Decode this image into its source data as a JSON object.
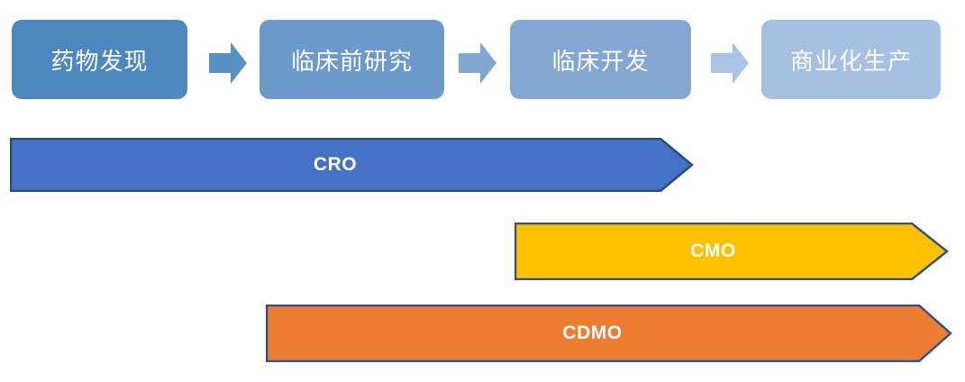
{
  "stages": [
    {
      "label": "药物发现",
      "color": "#4E87BE"
    },
    {
      "label": "临床前研究",
      "color": "#6C9BCB"
    },
    {
      "label": "临床开发",
      "color": "#83A7D2"
    },
    {
      "label": "商业化生产",
      "color": "#A5C0E1"
    }
  ],
  "connectors": [
    {
      "icon": "right-arrow-icon",
      "color": "#5B90C7"
    },
    {
      "icon": "right-arrow-icon",
      "color": "#81A6D2"
    },
    {
      "icon": "right-arrow-icon",
      "color": "#A8C3E3"
    }
  ],
  "service_bars": [
    {
      "label": "CRO",
      "fill": "#4472C4",
      "border": "#2B4A7D"
    },
    {
      "label": "CMO",
      "fill": "#FFC000",
      "border": "#2E5191"
    },
    {
      "label": "CDMO",
      "fill": "#ED7D31",
      "border": "#2E5191"
    }
  ]
}
